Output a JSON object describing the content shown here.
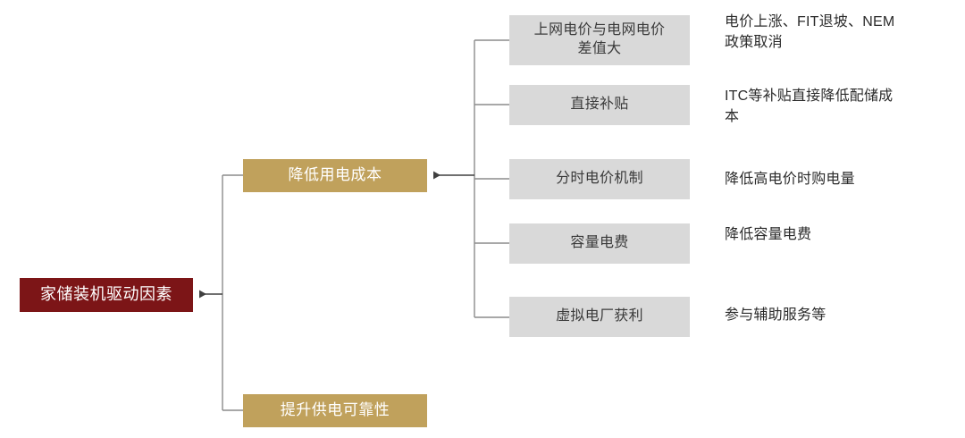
{
  "diagram": {
    "title_node": {
      "label": "家储装机驱动因素",
      "color": "#7C1517"
    },
    "branches": [
      {
        "label": "降低用电成本",
        "color": "#C0A15C"
      },
      {
        "label": "提升供电可靠性",
        "color": "#C0A15C"
      }
    ],
    "leaves": [
      {
        "label": "上网电价与电网电价\n差值大",
        "description": "电价上涨、FIT退坡、NEM\n政策取消",
        "color": "#D9D9D9"
      },
      {
        "label": "直接补贴",
        "description": "ITC等补贴直接降低配储成\n本",
        "color": "#D9D9D9"
      },
      {
        "label": "分时电价机制",
        "description": "降低高电价时购电量",
        "color": "#D9D9D9"
      },
      {
        "label": "容量电费",
        "description": "降低容量电费",
        "color": "#D9D9D9"
      },
      {
        "label": "虚拟电厂获利",
        "description": "参与辅助服务等",
        "color": "#D9D9D9"
      }
    ],
    "edge_color": "#8C8C8C",
    "arrow_color": "#404040"
  }
}
